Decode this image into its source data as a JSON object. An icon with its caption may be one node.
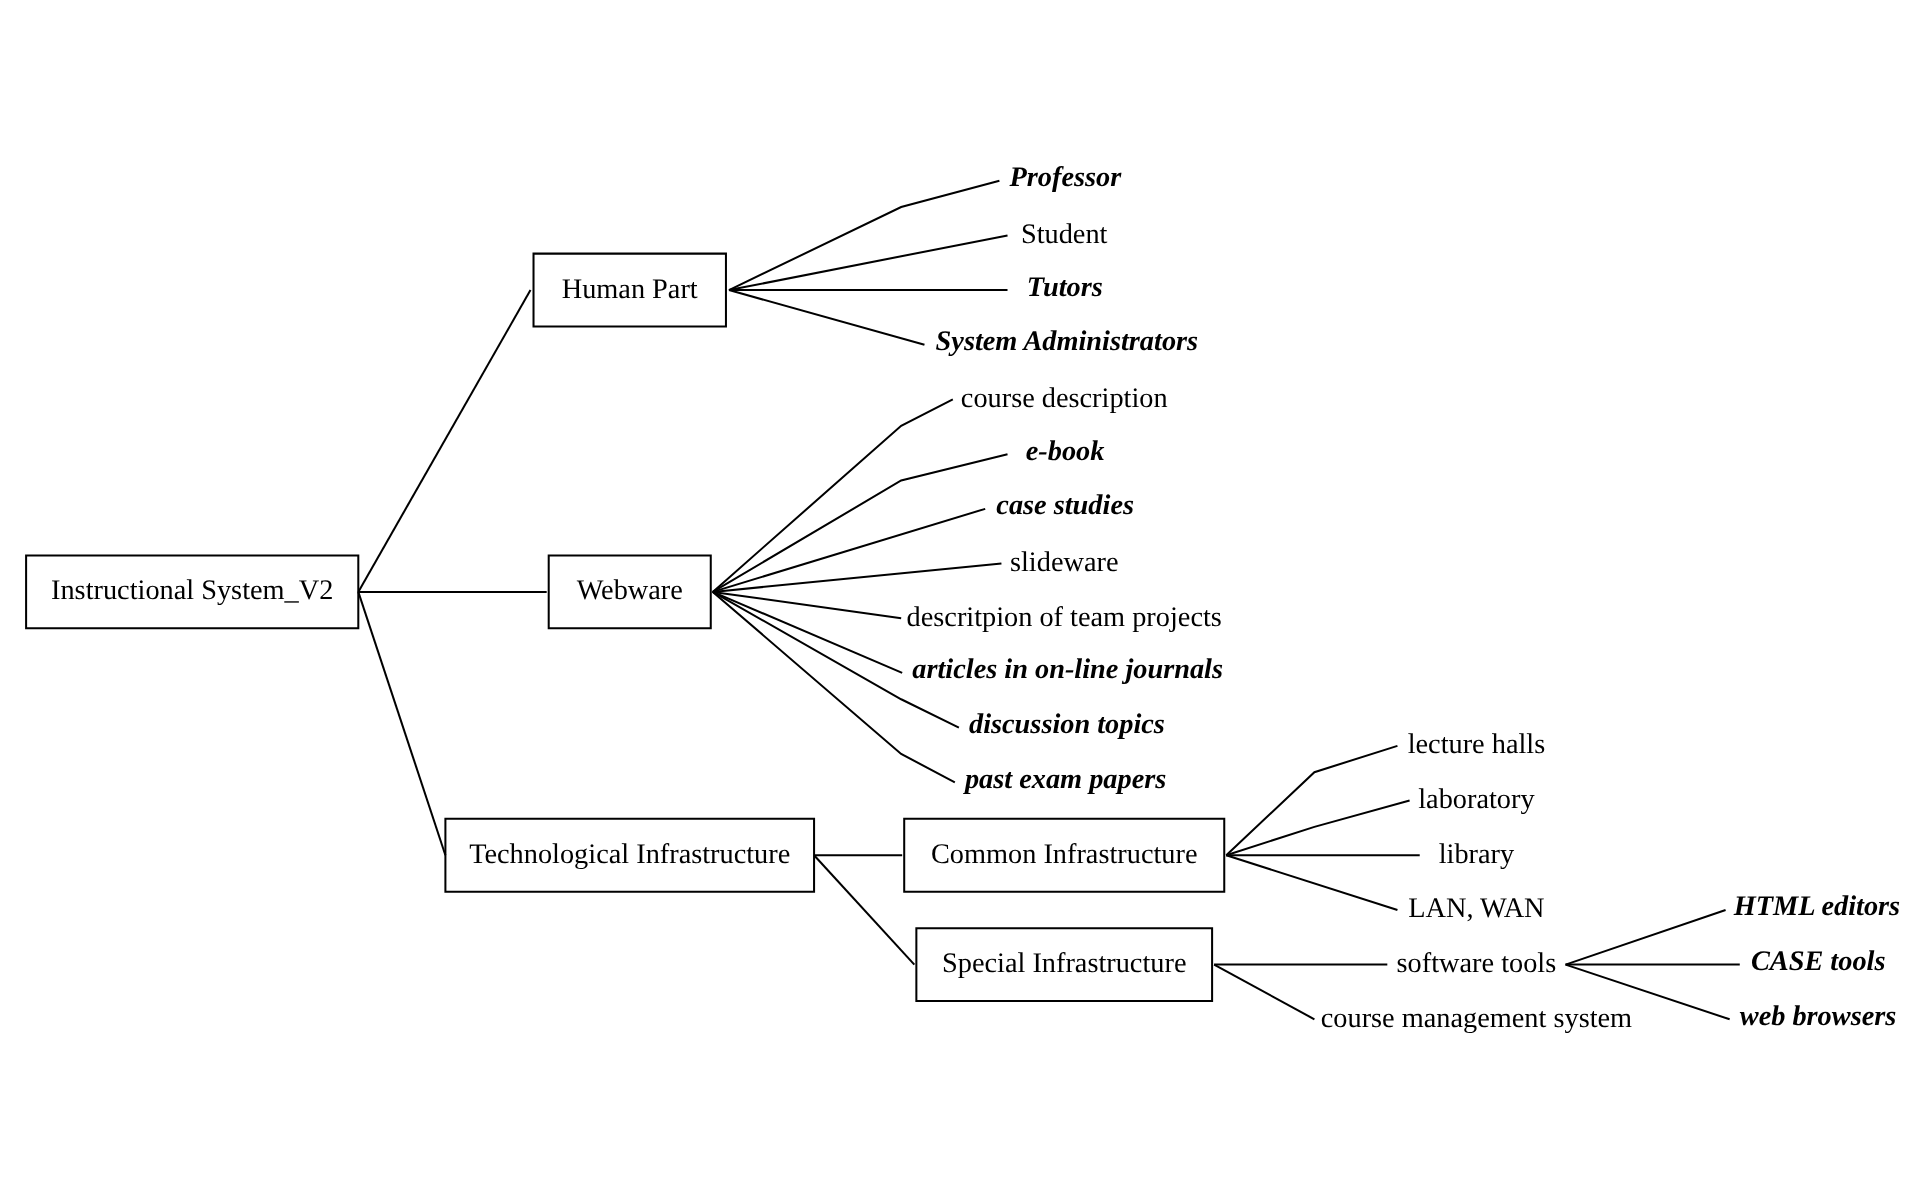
{
  "diagram": {
    "nodes": [
      {
        "text": [
          "Instructional System_V2"
        ]
      },
      {
        "text": [
          "Human Part"
        ]
      },
      {
        "text": [
          "Webware"
        ]
      },
      {
        "text": [
          "Technological Infrastructure"
        ]
      },
      {
        "text": [
          "Professor"
        ]
      },
      {
        "text": [
          "Student"
        ]
      },
      {
        "text": [
          "Tutors"
        ]
      },
      {
        "text": [
          "System Administrators"
        ]
      },
      {
        "text": [
          "course description"
        ]
      },
      {
        "text": [
          "e-book"
        ]
      },
      {
        "text": [
          "case studies"
        ]
      },
      {
        "text": [
          "slideware"
        ]
      },
      {
        "text": [
          "descritpion of team projects"
        ]
      },
      {
        "text": [
          "articles in on-line journals"
        ]
      },
      {
        "text": [
          "discussion topics"
        ]
      },
      {
        "text": [
          "past exam papers"
        ]
      },
      {
        "text": [
          "Common Infrastructure"
        ]
      },
      {
        "text": [
          "Special Infrastructure"
        ]
      },
      {
        "text": [
          "lecture halls"
        ]
      },
      {
        "text": [
          "laboratory"
        ]
      },
      {
        "text": [
          "library"
        ]
      },
      {
        "text": [
          "LAN, WAN"
        ]
      },
      {
        "text": [
          "software tools"
        ]
      },
      {
        "text": [
          "course management system"
        ]
      },
      {
        "text": [
          "HTML editors"
        ]
      },
      {
        "text": [
          "CASE tools"
        ]
      },
      {
        "text": [
          "web browsers"
        ]
      }
    ],
    "edges": [
      {
        "from": 0,
        "to": 1,
        "arrow": "none"
      },
      {
        "from": 0,
        "to": 2,
        "arrow": "none"
      },
      {
        "from": 0,
        "to": 3,
        "arrow": "none"
      },
      {
        "from": 1,
        "to": 4,
        "arrow": "none"
      },
      {
        "from": 1,
        "to": 5,
        "arrow": "none"
      },
      {
        "from": 1,
        "to": 6,
        "arrow": "none"
      },
      {
        "from": 1,
        "to": 7,
        "arrow": "none"
      },
      {
        "from": 2,
        "to": 8,
        "arrow": "none"
      },
      {
        "from": 2,
        "to": 9,
        "arrow": "none"
      },
      {
        "from": 2,
        "to": 10,
        "arrow": "none"
      },
      {
        "from": 2,
        "to": 11,
        "arrow": "none"
      },
      {
        "from": 2,
        "to": 12,
        "arrow": "none"
      },
      {
        "from": 2,
        "to": 13,
        "arrow": "none"
      },
      {
        "from": 2,
        "to": 14,
        "arrow": "none"
      },
      {
        "from": 2,
        "to": 15,
        "arrow": "none"
      },
      {
        "from": 3,
        "to": 16,
        "arrow": "none"
      },
      {
        "from": 3,
        "to": 17,
        "arrow": "none"
      },
      {
        "from": 16,
        "to": 18,
        "arrow": "none"
      },
      {
        "from": 16,
        "to": 19,
        "arrow": "none"
      },
      {
        "from": 16,
        "to": 20,
        "arrow": "none"
      },
      {
        "from": 16,
        "to": 21,
        "arrow": "none"
      },
      {
        "from": 17,
        "to": 22,
        "arrow": "none"
      },
      {
        "from": 17,
        "to": 23,
        "arrow": "none"
      },
      {
        "from": 22,
        "to": 24,
        "arrow": "none"
      },
      {
        "from": 22,
        "to": 25,
        "arrow": "none"
      },
      {
        "from": 22,
        "to": 26,
        "arrow": "none"
      }
    ]
  }
}
